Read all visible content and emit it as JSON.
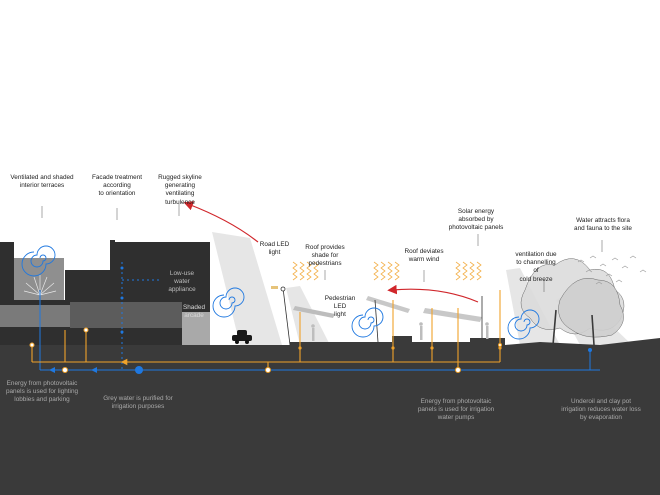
{
  "annotations": {
    "ventilated_terraces": "Ventilated and shaded\ninterior terraces",
    "facade_treatment": "Facade treatment\naccording\nto orientation",
    "rugged_skyline": "Rugged skyline\ngenerating ventilating\nturbulence",
    "road_led": "Road LED\nlight",
    "roof_shade": "Roof provides\nshade for\npedestrians",
    "roof_deviates": "Roof deviates\nwarm wind",
    "solar_energy": "Solar energy\nabsorbed by\nphotovoltaic panels",
    "water_attracts": "Water attracts flora\nand fauna to the site",
    "ventilation_breeze": "ventilation due\nto channelling\nof\ncold breeze",
    "pedestrian_led": "Pedestrian\nLED\nlight",
    "low_use_water": "Low-use\nwater\nappliance",
    "shaded_arcade": "Shaded\narcade",
    "energy_lighting": "Energy from photovoltaic\npanels is used for lighting\nlobbies and parking",
    "grey_water": "Grey water is purified for\nirrigation purposes",
    "energy_pumps": "Energy from photovoltaic\npanels is used for irrigation\nwater pumps",
    "underfloor_irrigation": "Underoil and clay pot\nirrigation reduces water loss\nby evaporation"
  },
  "colors": {
    "building": "#2f2f2f",
    "ground": "#3a3a3a",
    "water": "#1f78e0",
    "energy": "#f0a22a",
    "wind": "#d0262b",
    "sun": "#f3b04a",
    "light_cone": "#e4e4e4"
  },
  "icons": [
    "swirl-icon",
    "sun-rays-icon",
    "wind-arrow-icon",
    "car-icon",
    "tree-icon",
    "street-lamp-icon",
    "bird-flock-icon",
    "plant-icon"
  ]
}
